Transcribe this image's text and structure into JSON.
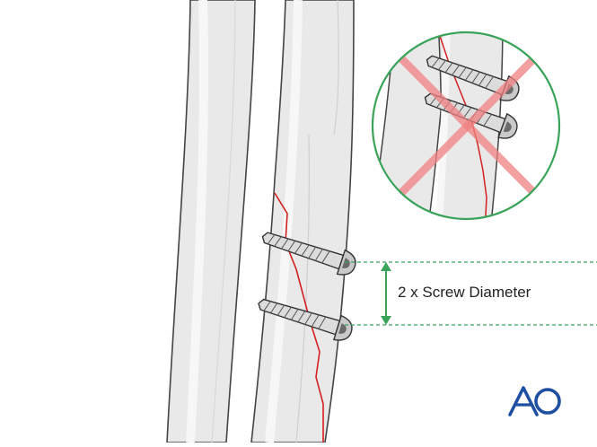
{
  "dimension": {
    "label": "2 x Screw Diameter"
  },
  "logo": {
    "text": "AO"
  },
  "inset": {
    "meaning": "incorrect placement"
  },
  "colors": {
    "background": "#ffffff",
    "bone_fill": "#e9e9e9",
    "bone_highlight": "#f6f6f6",
    "bone_outline": "#444444",
    "fracture_line": "#d42020",
    "screw_body": "#dcdcdc",
    "screw_outline": "#333333",
    "dimension_green": "#3aa35a",
    "inset_ring": "#3aa35a",
    "cross_red": "#f08080",
    "logo_blue": "#1f4fa0"
  }
}
